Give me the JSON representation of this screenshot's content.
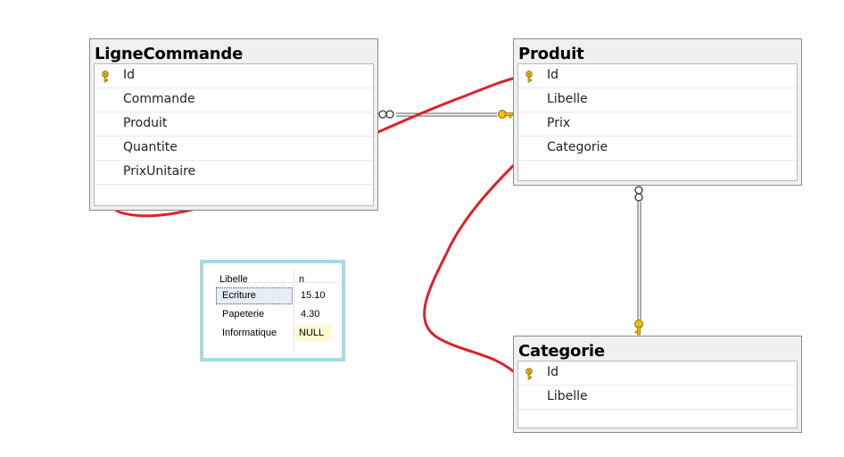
{
  "tables": {
    "lignecommande": {
      "title": "LigneCommande",
      "rows": [
        "Id",
        "Commande",
        "Produit",
        "Quantite",
        "PrixUnitaire"
      ]
    },
    "produit": {
      "title": "Produit",
      "rows": [
        "Id",
        "Libelle",
        "Prix",
        "Categorie"
      ]
    },
    "categorie": {
      "title": "Categorie",
      "rows": [
        "Id",
        "Libelle"
      ]
    }
  },
  "data_grid": {
    "headers": [
      "Libelle",
      "n"
    ],
    "rows": [
      [
        "Ecriture",
        "15.10"
      ],
      [
        "Papeterie",
        "4.30"
      ],
      [
        "Informatique",
        "NULL"
      ]
    ]
  },
  "colors": {
    "annotation": "#e0202a",
    "key": "#f2c200",
    "grid_border": "#a8d8e6"
  },
  "icons": [
    "primary-key-icon",
    "relationship-infinity-icon",
    "relationship-key-icon"
  ]
}
